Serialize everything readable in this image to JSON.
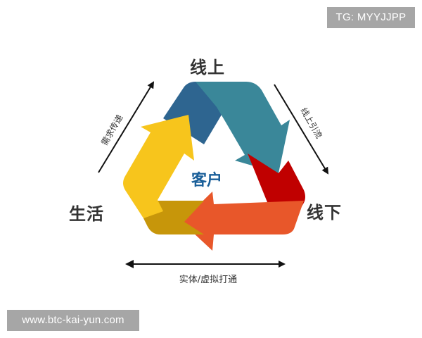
{
  "watermarks": {
    "top_right": "TG: MYYJJPP",
    "bottom_left": "www.btc-kai-yun.com"
  },
  "diagram": {
    "center": "客户",
    "nodes": {
      "top": "线上",
      "left": "生活",
      "right": "线下"
    },
    "edges": {
      "left_side": "需求传递",
      "right_side": "线上引流",
      "bottom_side": "实体/虚拟打通"
    },
    "colors": {
      "blue_dark": "#2e6590",
      "teal": "#3a8799",
      "red": "#c00000",
      "orange": "#e8572a",
      "gold_dark": "#c7960a",
      "yellow": "#f7c51c",
      "center_text": "#1a5f99",
      "label_text": "#333333"
    }
  }
}
